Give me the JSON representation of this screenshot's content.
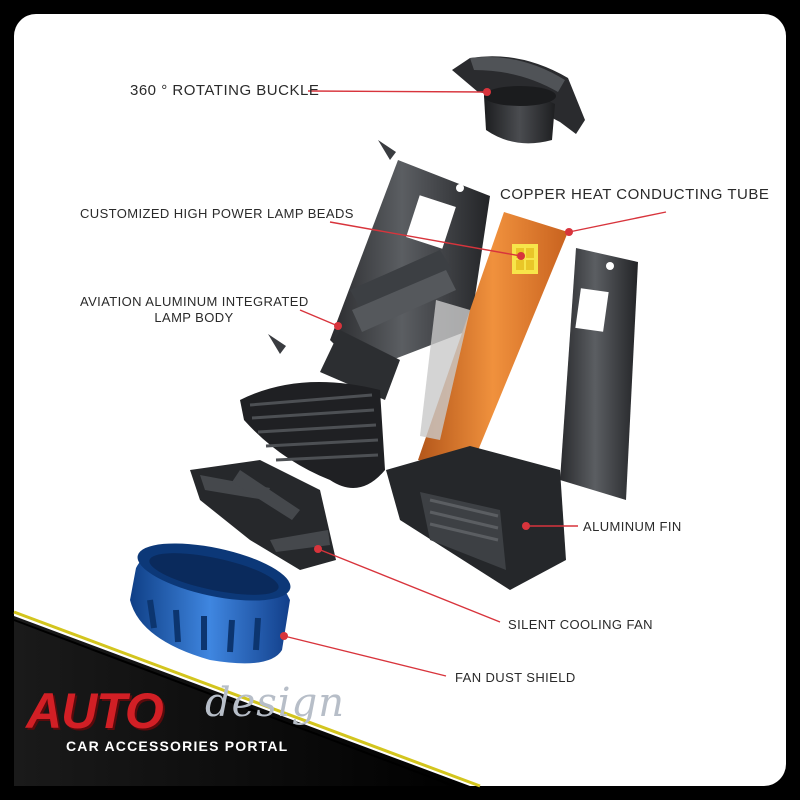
{
  "diagram": {
    "callouts": {
      "rotating_buckle": "360 ° ROTATING BUCKLE",
      "copper_tube": "COPPER HEAT CONDUCTING TUBE",
      "lamp_beads": "CUSTOMIZED HIGH POWER LAMP BEADS",
      "lamp_body_line1": "AVIATION ALUMINUM INTEGRATED",
      "lamp_body_line2": "LAMP BODY",
      "aluminum_fin": "ALUMINUM FIN",
      "cooling_fan": "SILENT COOLING FAN",
      "dust_shield": "FAN DUST SHIELD"
    }
  },
  "brand": {
    "logo_word": "AUTO",
    "logo_script": "design",
    "tagline": "CAR ACCESSORIES PORTAL"
  },
  "colors": {
    "leader_line": "#d8343c",
    "copper": "#e07a28",
    "dark_metal": "#2b2d30",
    "shield_blue": "#1f5fb4",
    "brand_red": "#d21f25",
    "frame": "#000000"
  }
}
